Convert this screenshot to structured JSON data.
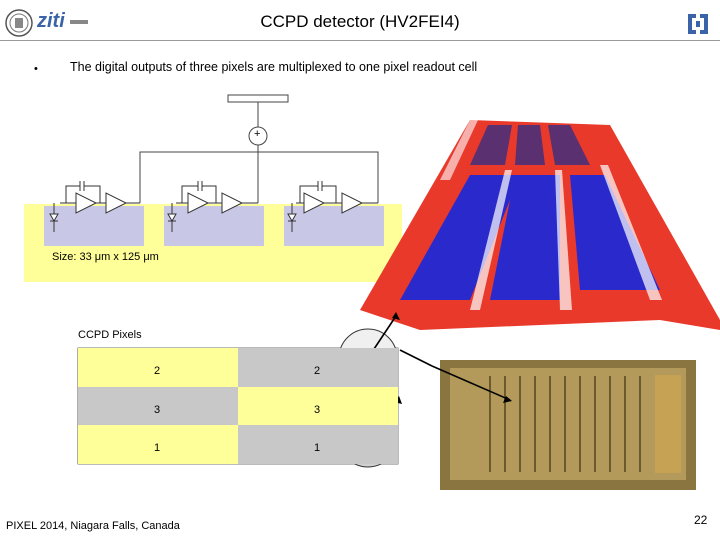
{
  "header": {
    "title": "CCPD detector (HV2FEI4)",
    "logo_left_text": "ziti",
    "logo_right_text": "U"
  },
  "bullet": {
    "text": "The digital outputs of three pixels are multiplexed to one pixel readout cell"
  },
  "schematic": {
    "adder_symbol": "+",
    "size_label": "Size: 33 μm x 125 μm",
    "pixel_count": 3
  },
  "ccpd_pixels": {
    "label": "CCPD Pixels",
    "rows": [
      {
        "left": "2",
        "right": "2",
        "left_fill": "yellow",
        "right_fill": "gray"
      },
      {
        "left": "3",
        "right": "3",
        "left_fill": "gray",
        "right_fill": "yellow"
      },
      {
        "left": "1",
        "right": "1",
        "left_fill": "yellow",
        "right_fill": "gray"
      }
    ]
  },
  "footer": {
    "text": "PIXEL 2014, Niagara Falls, Canada",
    "page_number": "22"
  },
  "colors": {
    "yellow": "#ffff99",
    "gray": "#c8c8c8",
    "pixel_box": "#c8c8e6",
    "layout_red": "#e8392b",
    "layout_blue": "#2a2acc",
    "chip_gold": "#a8894a"
  }
}
